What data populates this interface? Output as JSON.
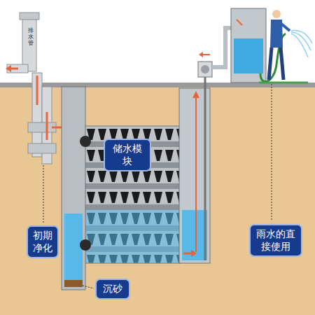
{
  "diagram": {
    "nodes": [
      {
        "text": [
          "储水模块"
        ]
      },
      {
        "text": [
          "初期净化"
        ]
      },
      {
        "text": [
          "雨水的直接使用"
        ]
      },
      {
        "text": [
          "沉砂"
        ]
      }
    ],
    "labels": [
      "排水管"
    ]
  }
}
